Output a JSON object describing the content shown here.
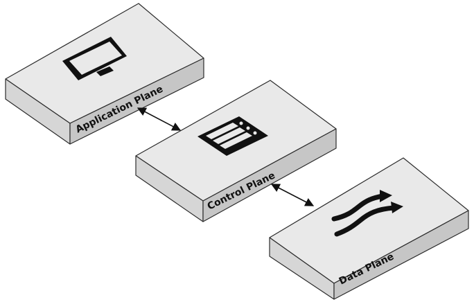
{
  "planes": [
    {
      "label": "Application Plane",
      "icon": "monitor-icon"
    },
    {
      "label": "Control Plane",
      "icon": "server-rack-icon"
    },
    {
      "label": "Data Plane",
      "icon": "crossing-arrows-icon"
    }
  ],
  "connectors": [
    {
      "from": "Application Plane",
      "to": "Control Plane",
      "direction": "bidirectional"
    },
    {
      "from": "Control Plane",
      "to": "Data Plane",
      "direction": "bidirectional"
    }
  ],
  "colors": {
    "top_face": "#e9e9e9",
    "front_face": "#d6d6d6",
    "side_face": "#c6c6c6",
    "outline": "#2b2b2b",
    "icon": "#111111"
  }
}
